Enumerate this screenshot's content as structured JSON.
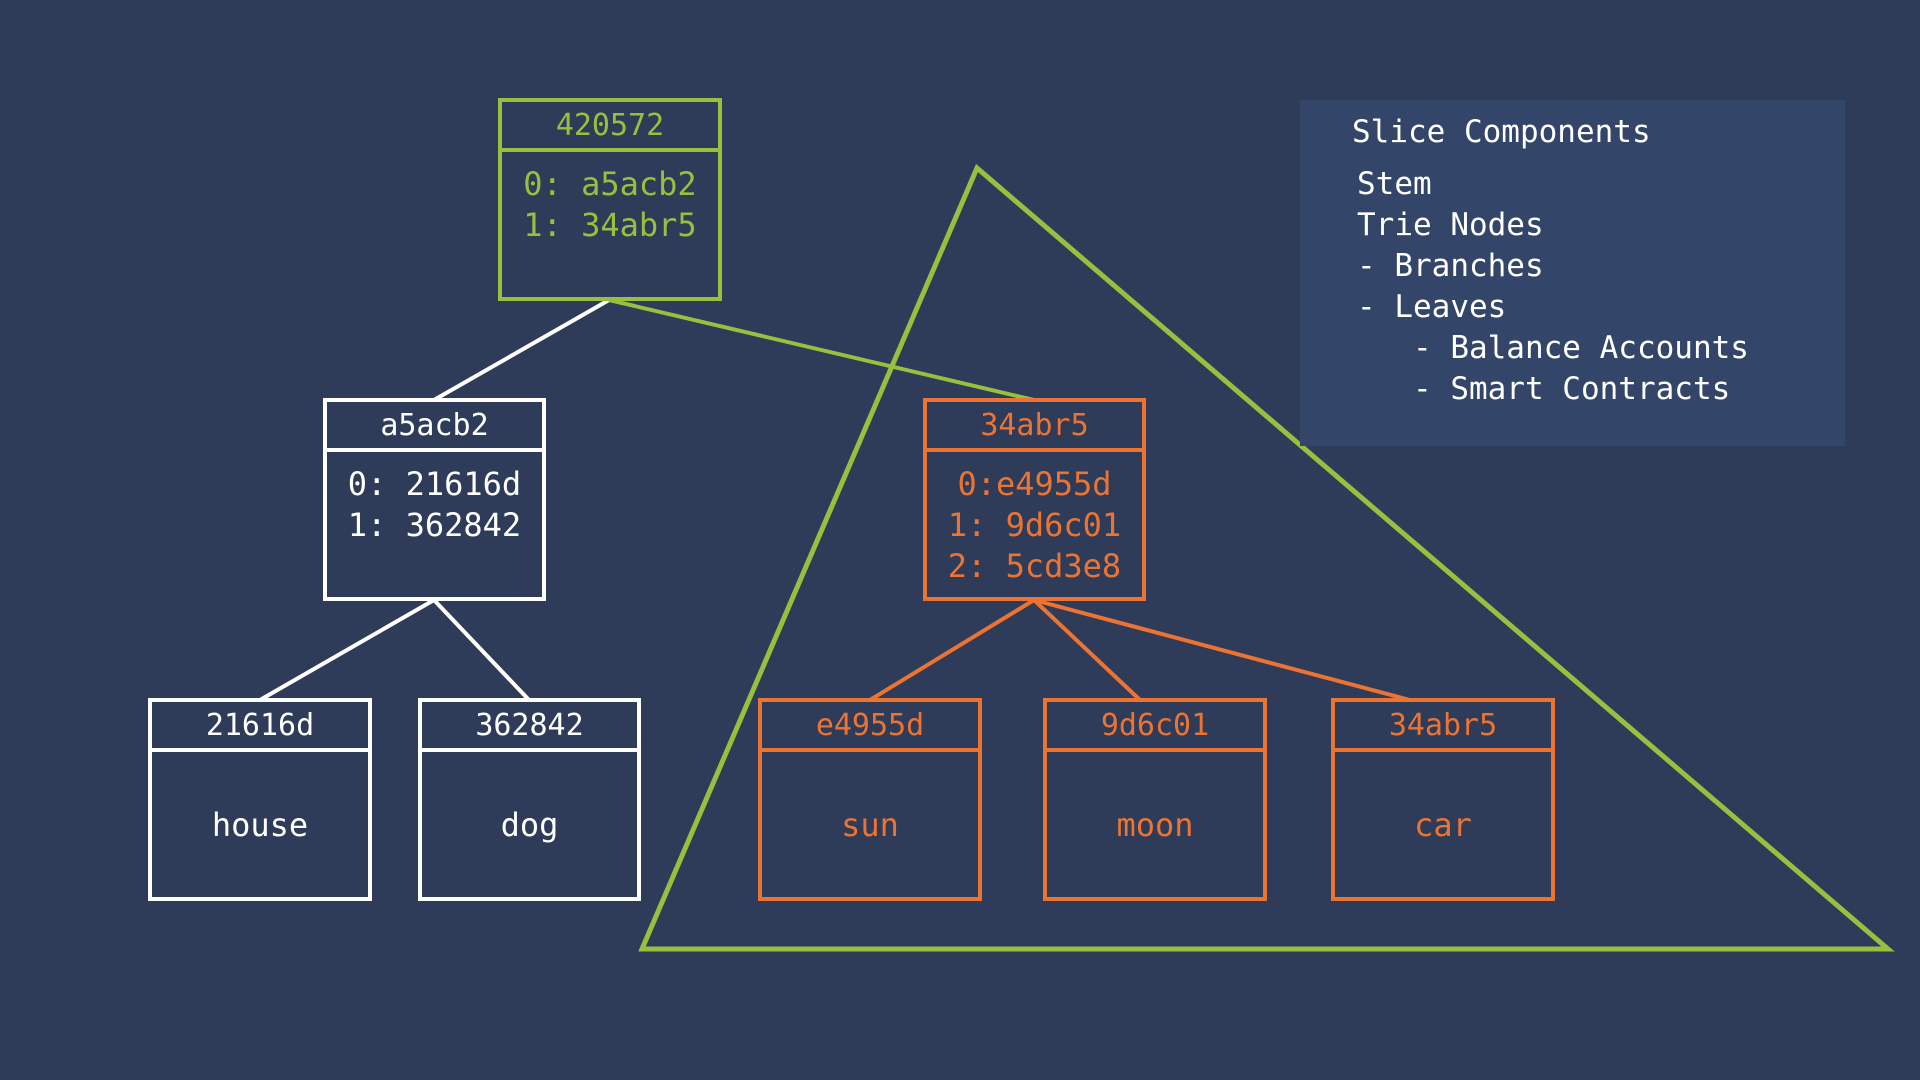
{
  "colors": {
    "background": "#2e3b59",
    "root": "#97c03e",
    "branch": "#ffffff",
    "slice": "#eb7433",
    "slice_outline": "#97c03e",
    "legend_bg": "#34456a"
  },
  "root": {
    "hash": "420572",
    "entries": [
      "0: a5acb2",
      "1: 34abr5"
    ]
  },
  "left_branch": {
    "hash": "a5acb2",
    "entries": [
      "0: 21616d",
      "1: 362842"
    ]
  },
  "right_branch": {
    "hash": "34abr5",
    "entries": [
      "0:e4955d",
      "1: 9d6c01",
      "2: 5cd3e8"
    ]
  },
  "leaves": [
    {
      "hash": "21616d",
      "value": "house"
    },
    {
      "hash": "362842",
      "value": "dog"
    },
    {
      "hash": "e4955d",
      "value": "sun"
    },
    {
      "hash": "9d6c01",
      "value": "moon"
    },
    {
      "hash": "34abr5",
      "value": "car"
    }
  ],
  "legend": {
    "title": "Slice Components",
    "items": [
      "Stem",
      "Trie Nodes",
      "- Branches",
      "- Leaves",
      "   - Balance Accounts",
      "   - Smart Contracts"
    ]
  }
}
